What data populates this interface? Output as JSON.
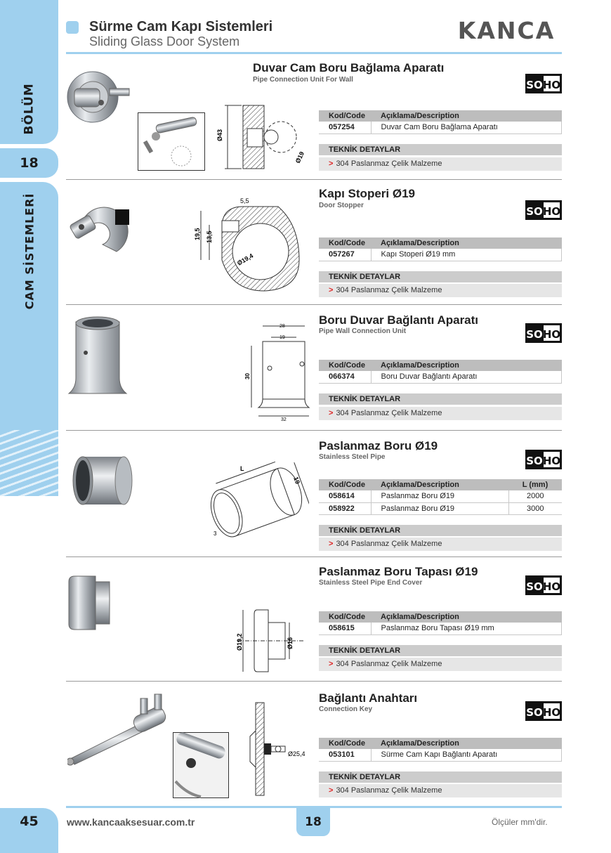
{
  "header": {
    "title": "Sürme Cam Kapı Sistemleri",
    "subtitle": "Sliding Glass Door System",
    "brand": "KANCA"
  },
  "sidebar": {
    "bolum_label": "BÖLÜM",
    "section_number": "18",
    "category_label": "CAM SİSTEMLERİ"
  },
  "badge": {
    "so": "SO",
    "ho": "HO"
  },
  "table_headers": {
    "code": "Kod/Code",
    "desc": "Açıklama/Description",
    "length": "L (mm)"
  },
  "tech": {
    "heading": "TEKNİK DETAYLAR",
    "material": "304 Paslanmaz Çelik Malzeme",
    "arrow": ">"
  },
  "products": [
    {
      "title": "Duvar Cam Boru Bağlama Aparatı",
      "subtitle": "Pipe Connection Unit For Wall",
      "rows": [
        {
          "code": "057254",
          "desc": "Duvar Cam Boru Bağlama Aparatı"
        }
      ],
      "dims": [
        "Ø43",
        "Ø19"
      ]
    },
    {
      "title": "Kapı Stoperi  Ø19",
      "subtitle": "Door Stopper",
      "rows": [
        {
          "code": "057267",
          "desc": "Kapı Stoperi Ø19 mm"
        }
      ],
      "dims": [
        "5,5",
        "19,5",
        "13,5",
        "Ø19,4"
      ]
    },
    {
      "title": "Boru Duvar Bağlantı Aparatı",
      "subtitle": "Pipe Wall Connection Unit",
      "rows": [
        {
          "code": "066374",
          "desc": "Boru Duvar Bağlantı Aparatı"
        }
      ],
      "dims": [
        "28",
        "19",
        "30",
        "32"
      ]
    },
    {
      "title": "Paslanmaz Boru Ø19",
      "subtitle": "Stainless Steel Pipe",
      "rows": [
        {
          "code": "058614",
          "desc": "Paslanmaz Boru Ø19",
          "length": "2000"
        },
        {
          "code": "058922",
          "desc": "Paslanmaz Boru Ø19",
          "length": "3000"
        }
      ],
      "dims": [
        "L",
        "19",
        "3"
      ]
    },
    {
      "title": "Paslanmaz Boru Tapası Ø19",
      "subtitle": "Stainless Steel Pipe End Cover",
      "rows": [
        {
          "code": "058615",
          "desc": "Paslanmaz Boru Tapası Ø19 mm"
        }
      ],
      "dims": [
        "Ø19,2",
        "Ø16"
      ]
    },
    {
      "title": "Bağlantı Anahtarı",
      "subtitle": "Connection Key",
      "rows": [
        {
          "code": "053101",
          "desc": "Sürme Cam Kapı Bağlantı Aparatı"
        }
      ],
      "dims": [
        "Ø25,4"
      ]
    }
  ],
  "footer": {
    "page_number": "45",
    "url": "www.kancaaksesuar.com.tr",
    "section_number": "18",
    "note": "Ölçüler mm'dir."
  },
  "colors": {
    "accent": "#9fd0ee",
    "table_header": "#bdbdbd",
    "arrow": "#dd2222"
  }
}
